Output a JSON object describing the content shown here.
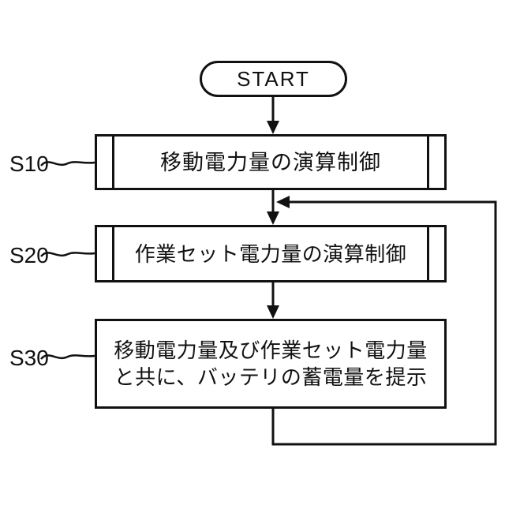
{
  "colors": {
    "line": "#111111",
    "background": "#ffffff"
  },
  "flowchart": {
    "start": {
      "label": "START"
    },
    "steps": [
      {
        "id": "S10",
        "type": "predefined_process",
        "text": "移動電力量の演算制御"
      },
      {
        "id": "S20",
        "type": "predefined_process",
        "text": "作業セット電力量の演算制御"
      },
      {
        "id": "S30",
        "type": "process",
        "text_line_1": "移動電力量及び作業セット電力量",
        "text_line_2": "と共に、バッテリの蓄電量を提示"
      }
    ],
    "edges": [
      {
        "from": "START",
        "to": "S10"
      },
      {
        "from": "S10",
        "to": "S20"
      },
      {
        "from": "S20",
        "to": "S30"
      },
      {
        "from": "S30",
        "to": "S10-S20-junction",
        "kind": "loop_back"
      }
    ]
  }
}
